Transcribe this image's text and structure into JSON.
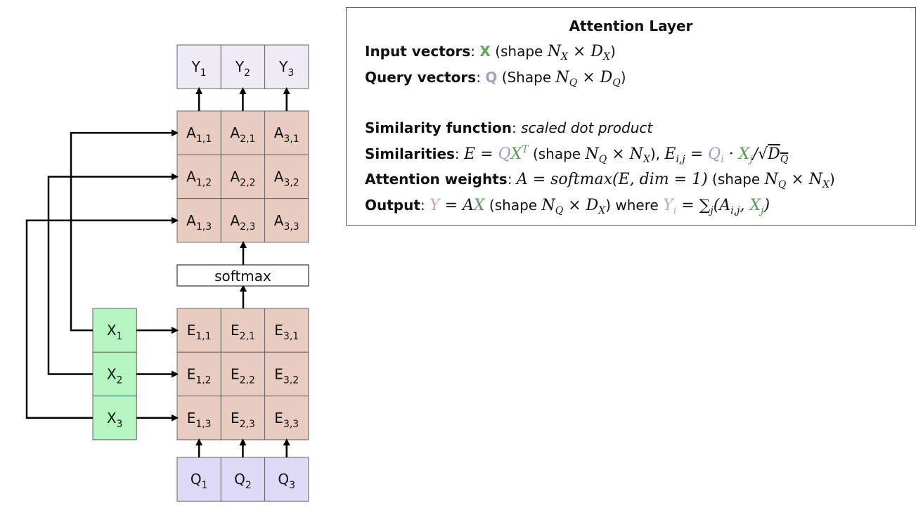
{
  "diagram": {
    "outputs": [
      {
        "base": "Y",
        "sub": "1"
      },
      {
        "base": "Y",
        "sub": "2"
      },
      {
        "base": "Y",
        "sub": "3"
      }
    ],
    "attention": [
      [
        {
          "base": "A",
          "sub": "1,1"
        },
        {
          "base": "A",
          "sub": "2,1"
        },
        {
          "base": "A",
          "sub": "3,1"
        }
      ],
      [
        {
          "base": "A",
          "sub": "1,2"
        },
        {
          "base": "A",
          "sub": "2,2"
        },
        {
          "base": "A",
          "sub": "3,2"
        }
      ],
      [
        {
          "base": "A",
          "sub": "1,3"
        },
        {
          "base": "A",
          "sub": "2,3"
        },
        {
          "base": "A",
          "sub": "3,3"
        }
      ]
    ],
    "softmax_label": "softmax",
    "inputs": [
      {
        "base": "X",
        "sub": "1"
      },
      {
        "base": "X",
        "sub": "2"
      },
      {
        "base": "X",
        "sub": "3"
      }
    ],
    "similarities": [
      [
        {
          "base": "E",
          "sub": "1,1"
        },
        {
          "base": "E",
          "sub": "2,1"
        },
        {
          "base": "E",
          "sub": "3,1"
        }
      ],
      [
        {
          "base": "E",
          "sub": "1,2"
        },
        {
          "base": "E",
          "sub": "2,2"
        },
        {
          "base": "E",
          "sub": "3,2"
        }
      ],
      [
        {
          "base": "E",
          "sub": "1,3"
        },
        {
          "base": "E",
          "sub": "2,3"
        },
        {
          "base": "E",
          "sub": "3,3"
        }
      ]
    ],
    "queries": [
      {
        "base": "Q",
        "sub": "1"
      },
      {
        "base": "Q",
        "sub": "2"
      },
      {
        "base": "Q",
        "sub": "3"
      }
    ],
    "colors": {
      "output_fill": "#f0eaf4",
      "matrix_fill": "#e9ccc1",
      "input_fill": "#b5f5c2",
      "query_fill": "#ddd9f7",
      "arrow": "#000000"
    }
  },
  "info": {
    "title": "Attention Layer",
    "input_label": "Input vectors",
    "input_symbol": "X",
    "input_shape_prefix": "(shape",
    "input_shape_math": "N_X × D_X",
    "input_shape_suffix": ")",
    "query_label": "Query vectors",
    "query_symbol": "Q",
    "query_shape_prefix": "(Shape",
    "query_shape_math": "N_Q × D_Q",
    "query_shape_suffix": ")",
    "similarity_fn_label": "Similarity function",
    "similarity_fn_value": "scaled dot product",
    "similarities_label": "Similarities",
    "similarities_shape_prefix": "(shape",
    "weights_label": "Attention weights",
    "weights_formula_text": "softmax",
    "weights_shape_prefix": "(shape",
    "output_label": "Output",
    "output_shape_prefix": "(shape",
    "output_where": "where"
  }
}
